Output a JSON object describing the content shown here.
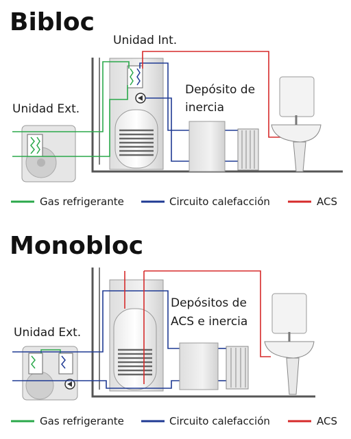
{
  "sections": [
    {
      "title": "Bibloc",
      "labels": {
        "outdoor_unit": "Unidad Ext.",
        "indoor_unit": "Unidad Int.",
        "tank_line1": "Depósito de",
        "tank_line2": "inercia"
      }
    },
    {
      "title": "Monobloc",
      "labels": {
        "outdoor_unit": "Unidad Ext.",
        "tank_line1": "Depósitos de",
        "tank_line2": "ACS e inercia"
      }
    }
  ],
  "legend": [
    {
      "label": "Gas refrigerante",
      "color": "#2aa84a"
    },
    {
      "label": "Circuito calefacción",
      "color": "#1f3a93"
    },
    {
      "label": "ACS",
      "color": "#d62a2a"
    }
  ],
  "colors": {
    "refrigerant": "#2aa84a",
    "heating": "#1f3a93",
    "dhw": "#d62a2a",
    "unit_fill": "#e3e3e3",
    "unit_stroke": "#9a9a9a",
    "wall": "#555555"
  }
}
